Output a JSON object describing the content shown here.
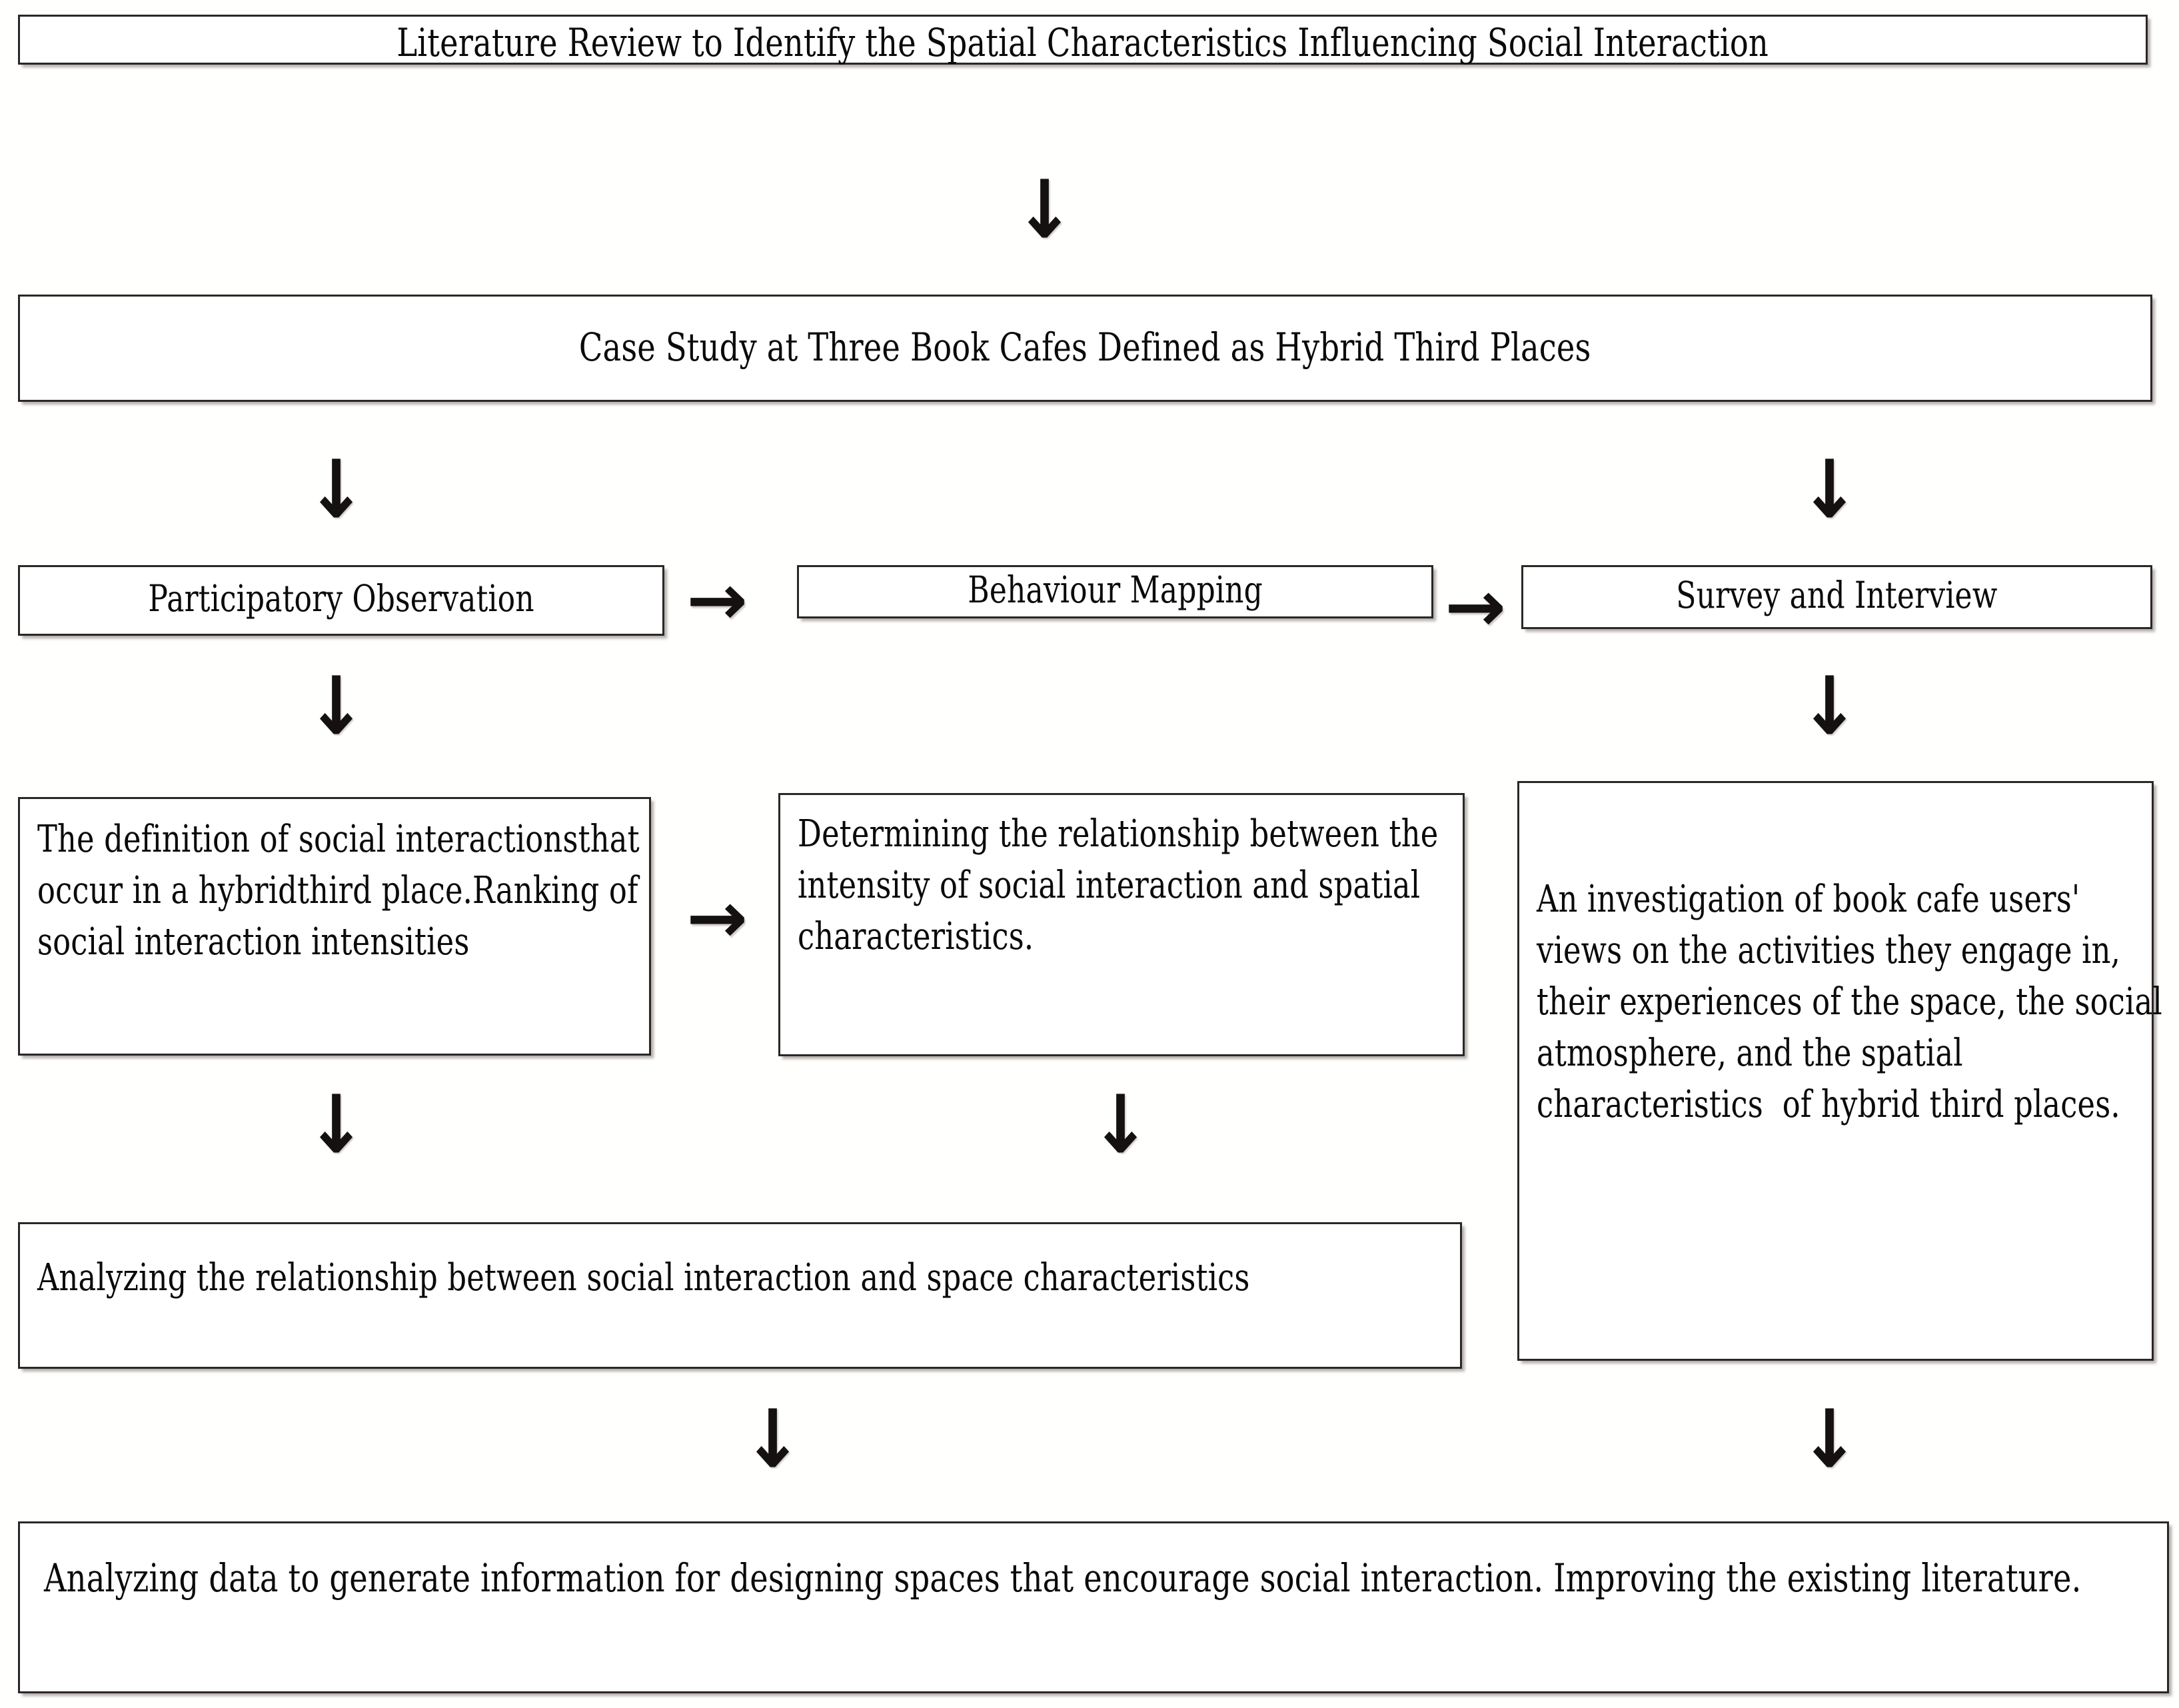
{
  "diagram": {
    "title": "Research Methodology Flowchart",
    "background_color": "#ffffff",
    "box_border_color": "#2b2726",
    "text_color": "#0a0a0a"
  },
  "nodes": {
    "literature_review": "Literature Review to Identify the Spatial Characteristics Influencing Social Interaction",
    "case_study": "Case Study at Three Book Cafes Defined as Hybrid Third Places",
    "participatory_observation": "Participatory Observation",
    "behaviour_mapping": "Behaviour Mapping",
    "survey_interview": "Survey and Interview",
    "definition_box": "The definition of social interactionsthat occur in a hybridthird place.Ranking of social interaction intensities",
    "determining_box": "Determining the relationship between the intensity of social interaction and spatial characteristics.",
    "investigation_box": "An investigation of book cafe users' views on the activities they engage in, their experiences of the space, the social atmosphere, and the spatial characteristics  of hybrid third places.",
    "analyzing_relationship": "Analyzing the relationship between social interaction and space characteristics",
    "analyzing_data": "Analyzing data to generate information for designing spaces that encourage social interaction. Improving the existing literature."
  },
  "arrows": {
    "down_glyph": "↓",
    "right_glyph": "→",
    "down_1": {
      "from": "literature_review",
      "to": "case_study"
    },
    "down_2": {
      "from": "case_study",
      "to": "participatory_observation"
    },
    "down_3": {
      "from": "case_study",
      "to": "survey_interview"
    },
    "right_1": {
      "from": "participatory_observation",
      "to": "behaviour_mapping"
    },
    "right_2": {
      "from": "behaviour_mapping",
      "to": "survey_interview"
    },
    "down_4": {
      "from": "participatory_observation",
      "to": "definition_box"
    },
    "down_5": {
      "from": "survey_interview",
      "to": "investigation_box"
    },
    "right_3": {
      "from": "definition_box",
      "to": "determining_box"
    },
    "down_6": {
      "from": "definition_box",
      "to": "analyzing_relationship"
    },
    "down_7": {
      "from": "determining_box",
      "to": "analyzing_relationship"
    },
    "down_8": {
      "from": "analyzing_relationship",
      "to": "analyzing_data"
    },
    "down_9": {
      "from": "investigation_box",
      "to": "analyzing_data"
    }
  }
}
